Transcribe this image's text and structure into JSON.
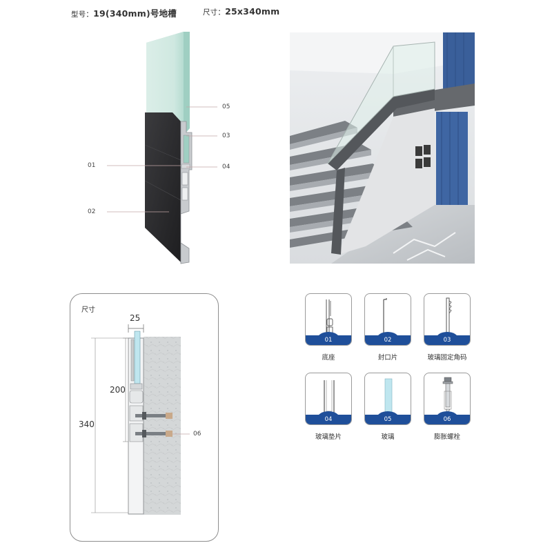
{
  "header": {
    "model_label": "型号：",
    "model_value": "19(340mm)号地槽",
    "size_label": "尺寸：",
    "size_value": "25x340mm"
  },
  "render": {
    "callouts": [
      "05",
      "03",
      "01",
      "04",
      "02"
    ]
  },
  "dimension_panel": {
    "title": "尺寸",
    "width_value": "25",
    "height_inner": "200",
    "height_total": "340",
    "bolt_callout": "06"
  },
  "parts": [
    {
      "code": "01",
      "name": "底座",
      "icon": "base-profile-icon"
    },
    {
      "code": "02",
      "name": "封口片",
      "icon": "cover-strip-icon"
    },
    {
      "code": "03",
      "name": "玻璃固定角码",
      "icon": "glass-clamp-icon"
    },
    {
      "code": "04",
      "name": "玻璃垫片",
      "icon": "glass-gasket-icon"
    },
    {
      "code": "05",
      "name": "玻璃",
      "icon": "glass-panel-icon"
    },
    {
      "code": "06",
      "name": "膨胀螺栓",
      "icon": "expansion-bolt-icon"
    }
  ],
  "colors": {
    "accent_blue": "#1f4f9a",
    "glass": "#cfe9e2",
    "profile_dark": "#2b2b2d",
    "aluminum": "#b9bcbf"
  }
}
